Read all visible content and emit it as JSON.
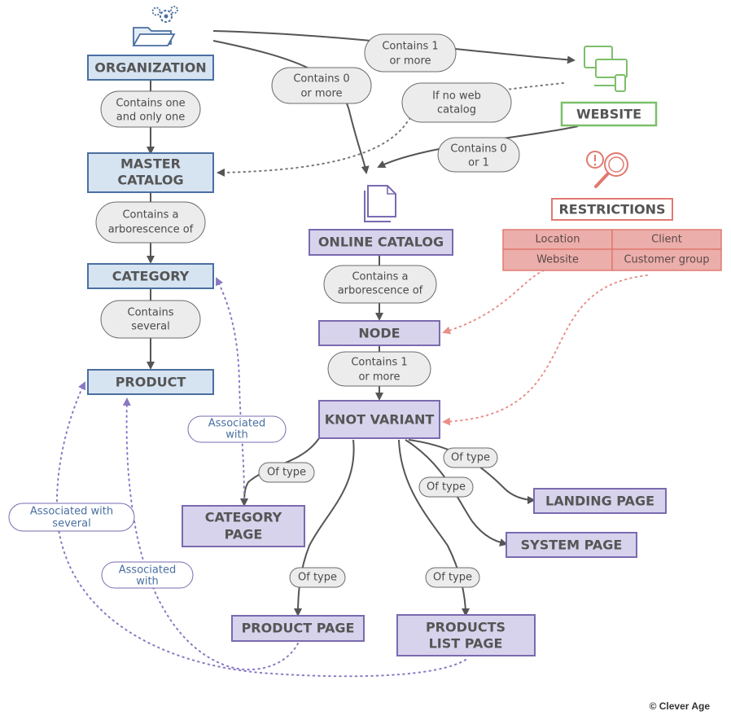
{
  "nodes": {
    "organization": "ORGANIZATION",
    "master_catalog": [
      "MASTER",
      "CATALOG"
    ],
    "category": "CATEGORY",
    "product": "PRODUCT",
    "website": "WEBSITE",
    "restrictions": "RESTRICTIONS",
    "online_catalog": "ONLINE CATALOG",
    "node": "NODE",
    "knot_variant": "KNOT VARIANT",
    "category_page": [
      "CATEGORY",
      "PAGE"
    ],
    "landing_page": "LANDING PAGE",
    "system_page": "SYSTEM PAGE",
    "product_page": "PRODUCT PAGE",
    "products_list_page": [
      "PRODUCTS",
      "LIST PAGE"
    ]
  },
  "relations": {
    "contains_one_only_one": [
      "Contains one",
      "and only one"
    ],
    "contains_arborescence_left": [
      "Contains a",
      "arborescence of"
    ],
    "contains_several": [
      "Contains",
      "several"
    ],
    "contains_1_more_top": [
      "Contains 1",
      "or more"
    ],
    "contains_0_more": [
      "Contains 0",
      "or more"
    ],
    "if_no_web_catalog": [
      "If no web",
      "catalog"
    ],
    "contains_0_or_1": [
      "Contains 0",
      "or 1"
    ],
    "contains_arborescence_mid": [
      "Contains a",
      "arborescence of"
    ],
    "contains_1_more_mid": [
      "Contains 1",
      "or more"
    ],
    "of_type_category": "Of type",
    "of_type_landing": "Of type",
    "of_type_system": "Of type",
    "of_type_product": "Of type",
    "of_type_list": "Of type",
    "assoc_category": [
      "Associated",
      "with"
    ],
    "assoc_several": [
      "Associated with",
      "several"
    ],
    "assoc_product": [
      "Associated",
      "with"
    ]
  },
  "restrictions_table": {
    "rows": [
      [
        "Location",
        "Client"
      ],
      [
        "Website",
        "Customer group"
      ]
    ]
  },
  "icons": {
    "organization": "folder-gears-icon",
    "website": "devices-icon",
    "online_catalog": "document-icon",
    "restrictions": "magnifier-warning-icon"
  },
  "colors": {
    "blue_fill": "#d6e4f2",
    "blue_stroke": "#4a6fa0",
    "purple_fill": "#d8d3ec",
    "purple_stroke": "#7a6ab0",
    "green": "#7dbf6a",
    "red": "#e07a72"
  },
  "footer": "© Clever Age"
}
